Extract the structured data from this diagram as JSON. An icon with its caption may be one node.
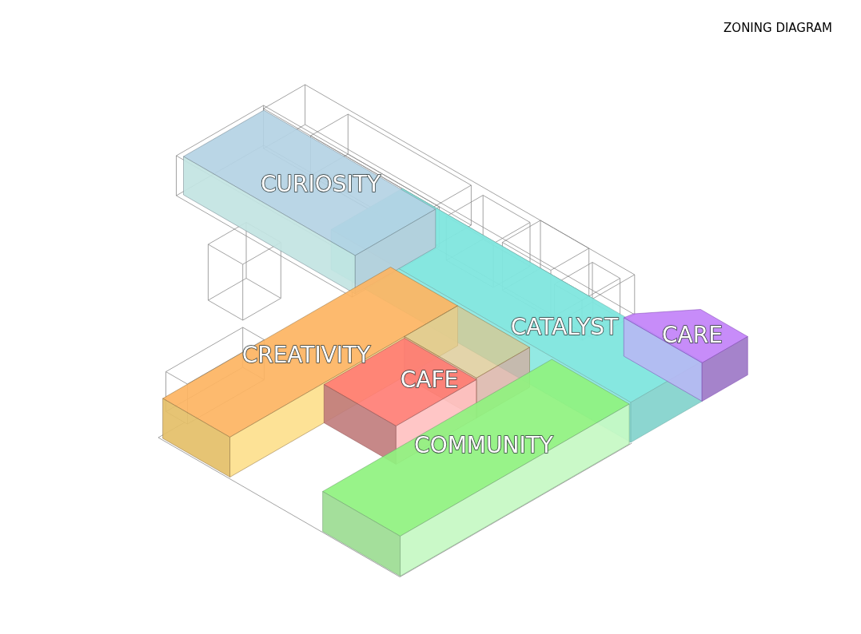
{
  "diagram": {
    "title": "ZONING DIAGRAM",
    "nodes": [
      {
        "text": [
          "CURIOSITY"
        ]
      },
      {
        "text": [
          "CATALYST"
        ]
      },
      {
        "text": [
          "CARE"
        ]
      },
      {
        "text": [
          "CREATIVITY"
        ]
      },
      {
        "text": [
          "CAFE"
        ]
      },
      {
        "text": [
          "COMMUNITY"
        ]
      }
    ]
  }
}
